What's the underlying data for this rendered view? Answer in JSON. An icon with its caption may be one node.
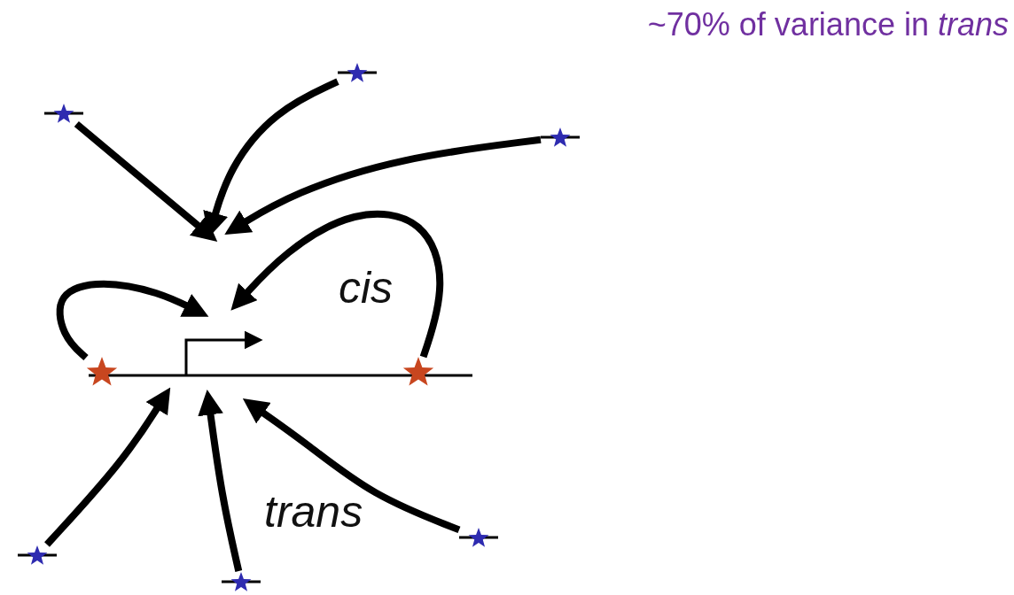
{
  "diagram": {
    "title": "~70% of variance in *trans*",
    "nodes": [
      {
        "text": [],
        "shape": "star"
      },
      {
        "text": [],
        "shape": "star"
      },
      {
        "text": [],
        "shape": "star"
      },
      {
        "text": [],
        "shape": "star"
      },
      {
        "text": [],
        "shape": "star"
      },
      {
        "text": [],
        "shape": "star"
      },
      {
        "text": [],
        "shape": "star"
      },
      {
        "text": [],
        "shape": "star"
      }
    ],
    "edges": [
      {
        "from": 1,
        "to": null,
        "arrow": "to"
      },
      {
        "from": 0,
        "to": null,
        "arrow": "to"
      },
      {
        "from": 2,
        "to": null,
        "arrow": "to"
      },
      {
        "from": 3,
        "to": null,
        "arrow": "to"
      },
      {
        "from": 4,
        "to": null,
        "arrow": "to"
      },
      {
        "from": 6,
        "to": null,
        "arrow": "to"
      },
      {
        "from": 7,
        "to": null,
        "arrow": "to"
      },
      {
        "from": 5,
        "to": null,
        "arrow": "to"
      }
    ],
    "labels": [
      "cis",
      "trans"
    ]
  }
}
